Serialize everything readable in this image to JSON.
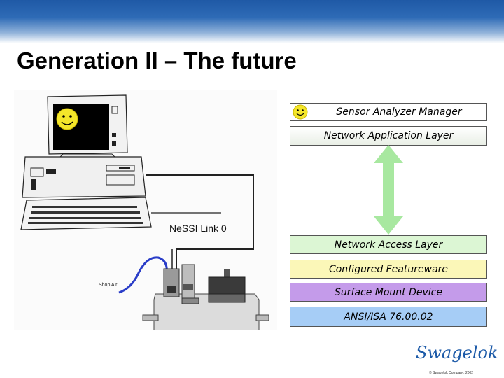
{
  "slide": {
    "title": "Generation II – The future"
  },
  "photo": {
    "link_label": "NeSSI Link 0",
    "shop_air_label": "Shop Air"
  },
  "stack": {
    "sensor_analyzer_manager": "Sensor Analyzer Manager",
    "network_application_layer": "Network Application Layer",
    "network_access_layer": "Network Access Layer",
    "configured_featureware": "Configured Featureware",
    "surface_mount_device": "Surface Mount Device",
    "ansi_isa": "ANSI/ISA 76.00.02"
  },
  "footer": {
    "logo_text": "Swagelok",
    "copyright": "© Swagelok Company, 2002"
  },
  "colors": {
    "title_bar": "#1f59a6",
    "network_access": "#dcf6d4",
    "featureware": "#fbf7b8",
    "surface_mount": "#c49bea",
    "ansi": "#a6cdf6",
    "arrow": "#a8e8a0",
    "logo": "#1c5aa8"
  }
}
